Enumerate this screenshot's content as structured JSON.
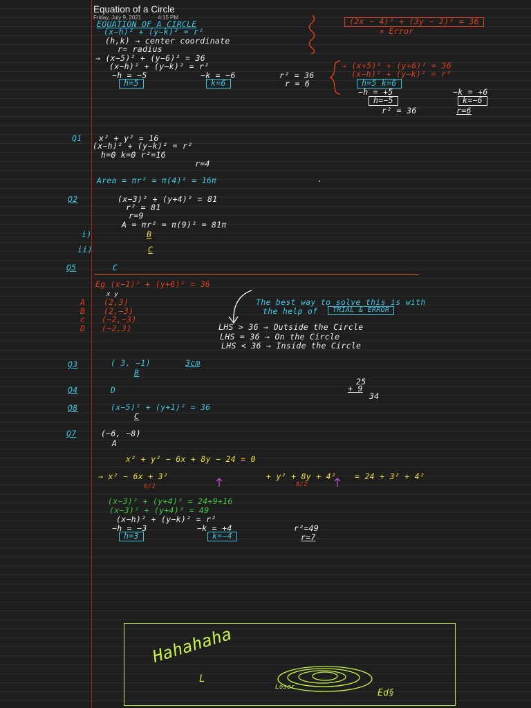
{
  "page": {
    "title": "Equation of a Circle",
    "date": "Friday, July 9, 2021",
    "time": "4:15 PM"
  },
  "colors": {
    "background": "#1e1e1e",
    "rule_line": "#2c2c2c",
    "margin_line": "#b01818",
    "ink_blue": "#3ec8e6",
    "ink_white": "#f2f2f2",
    "ink_red": "#e0401c",
    "ink_yellow": "#f0e03a",
    "ink_magenta": "#c84ad8",
    "ink_green": "#3ec83e",
    "ink_lime": "#c9f24a",
    "separator": "#d96a1a"
  },
  "notes": {
    "lines": [
      {
        "id": "heading",
        "text": "EQUATION OF A CIRCLE",
        "color": "#3ec8e6",
        "underline": true
      },
      {
        "id": "formula",
        "text": "(x−h)² + (y−k)² = r²",
        "color": "#3ec8e6"
      },
      {
        "id": "center-note",
        "text": "(h,k) → center coordinate",
        "color": "#f2f2f2"
      },
      {
        "id": "radius-note",
        "text": "r= radius",
        "color": "#f2f2f2"
      },
      {
        "id": "ex1-eq",
        "text": "→ (x−5)² + (y−6)² = 36",
        "color": "#f2f2f2"
      },
      {
        "id": "ex1-general",
        "text": "(x−h)² + (y−k)² = r²",
        "color": "#f2f2f2"
      },
      {
        "id": "ex1-h-step",
        "text": "−h = −5",
        "color": "#f2f2f2"
      },
      {
        "id": "ex1-h-box",
        "text": "h=5",
        "color": "#3ec8e6",
        "boxed": true
      },
      {
        "id": "ex1-k-step",
        "text": "−k = −6",
        "color": "#f2f2f2"
      },
      {
        "id": "ex1-k-box",
        "text": "k=6",
        "color": "#3ec8e6",
        "boxed": true
      },
      {
        "id": "ex1-r2",
        "text": "r² = 36",
        "color": "#f2f2f2"
      },
      {
        "id": "ex1-r",
        "text": "r = 6",
        "color": "#f2f2f2"
      },
      {
        "id": "err-eq",
        "text": "(2x − 4)² + (3y − 2)² = 36",
        "color": "#e0401c",
        "boxed": true
      },
      {
        "id": "err-label",
        "text": "✕ Error",
        "color": "#e0401c"
      },
      {
        "id": "ex2-eq",
        "text": "→ (x+5)² + (y+6)² = 36",
        "color": "#e0401c"
      },
      {
        "id": "ex2-general",
        "text": "(x−h)² + (y−k)² = r²",
        "color": "#e0401c"
      },
      {
        "id": "ex2-hk-box",
        "text": "h=5   k=6",
        "color": "#3ec8e6",
        "boxed": true
      },
      {
        "id": "ex2-h-step",
        "text": "−h = +5",
        "color": "#f2f2f2"
      },
      {
        "id": "ex2-k-step",
        "text": "−k = +6",
        "color": "#f2f2f2"
      },
      {
        "id": "ex2-h-box",
        "text": "h=−5",
        "color": "#f2f2f2",
        "boxed": true
      },
      {
        "id": "ex2-k-box",
        "text": "k=−6",
        "color": "#f2f2f2",
        "boxed": true
      },
      {
        "id": "ex2-r2",
        "text": "r² = 36",
        "color": "#f2f2f2"
      },
      {
        "id": "ex2-r",
        "text": "r=6",
        "color": "#f2f2f2"
      },
      {
        "id": "q1-label",
        "text": "Q1",
        "color": "#3ec8e6"
      },
      {
        "id": "q1-eq",
        "text": "x² + y² = 16",
        "color": "#f2f2f2"
      },
      {
        "id": "q1-general",
        "text": "(x−h)² + (y−k)² = r²",
        "color": "#f2f2f2"
      },
      {
        "id": "q1-values",
        "text": "h=0    k=0    r²=16",
        "color": "#f2f2f2"
      },
      {
        "id": "q1-r",
        "text": "r=4",
        "color": "#f2f2f2"
      },
      {
        "id": "q1-area",
        "text": "Area =   πr² =   π(4)² =   16π",
        "color": "#3ec8e6"
      },
      {
        "id": "q2-label",
        "text": "Q2",
        "color": "#3ec8e6",
        "underline": true
      },
      {
        "id": "q2-eq",
        "text": "(x−3)² + (y+4)² = 81",
        "color": "#f2f2f2"
      },
      {
        "id": "q2-r2",
        "text": "r² = 81",
        "color": "#f2f2f2"
      },
      {
        "id": "q2-r",
        "text": "r=9",
        "color": "#f2f2f2"
      },
      {
        "id": "q2-area",
        "text": "A =  πr² =   π(9)²  =   81π",
        "color": "#f2f2f2"
      },
      {
        "id": "q2-i-label",
        "text": "i)",
        "color": "#3ec8e6"
      },
      {
        "id": "q2-i-ans",
        "text": "B",
        "color": "#f0e03a",
        "underline": true
      },
      {
        "id": "q2-ii-label",
        "text": "ii)",
        "color": "#3ec8e6"
      },
      {
        "id": "q2-ii-ans",
        "text": "C",
        "color": "#f0e03a",
        "underline": true
      },
      {
        "id": "q5-label",
        "text": "Q5",
        "color": "#3ec8e6",
        "underline": true
      },
      {
        "id": "q5-ans",
        "text": "C",
        "color": "#3ec8e6"
      },
      {
        "id": "eg-eq",
        "text": "Eg  (x−1)² + (y+6)² = 36",
        "color": "#e0401c"
      },
      {
        "id": "eg-xy",
        "text": "x  y",
        "color": "#f2f2f2"
      },
      {
        "id": "opt-a-label",
        "text": "A",
        "color": "#e0401c"
      },
      {
        "id": "opt-a",
        "text": "(2,3)",
        "color": "#e0401c"
      },
      {
        "id": "opt-b-label",
        "text": "B",
        "color": "#e0401c"
      },
      {
        "id": "opt-b",
        "text": "(2,−3)",
        "color": "#e0401c"
      },
      {
        "id": "opt-c-label",
        "text": "c",
        "color": "#e0401c"
      },
      {
        "id": "opt-c",
        "text": "(−2,−3)",
        "color": "#e0401c"
      },
      {
        "id": "opt-d-label",
        "text": "D",
        "color": "#e0401c"
      },
      {
        "id": "opt-d",
        "text": "(−2,3)",
        "color": "#e0401c"
      },
      {
        "id": "tip-1",
        "text": "The best way to solve this is with",
        "color": "#3ec8e6"
      },
      {
        "id": "tip-2",
        "text": "the help of",
        "color": "#3ec8e6"
      },
      {
        "id": "tip-box",
        "text": "TRIAL & ERROR",
        "color": "#3ec8e6",
        "boxed": true
      },
      {
        "id": "rule-1",
        "text": "LHS > 36   →  Outside the Circle",
        "color": "#f2f2f2"
      },
      {
        "id": "rule-2",
        "text": "LHS = 36   →  On the Circle",
        "color": "#f2f2f2"
      },
      {
        "id": "rule-3",
        "text": "LHS < 36   →  Inside the Circle",
        "color": "#f2f2f2"
      },
      {
        "id": "q3-label",
        "text": "Q3",
        "color": "#3ec8e6",
        "underline": true
      },
      {
        "id": "q3-ans",
        "text": "( 3, −1)",
        "color": "#3ec8e6"
      },
      {
        "id": "q3-cm",
        "text": "3cm",
        "color": "#3ec8e6",
        "underline": true
      },
      {
        "id": "q3-b",
        "text": "B",
        "color": "#3ec8e6",
        "underline": true
      },
      {
        "id": "q4-label",
        "text": "Q4",
        "color": "#3ec8e6",
        "underline": true
      },
      {
        "id": "q4-ans",
        "text": "D",
        "color": "#3ec8e6"
      },
      {
        "id": "sum-1",
        "text": "25",
        "color": "#f2f2f2"
      },
      {
        "id": "sum-2",
        "text": "+ 9",
        "color": "#f2f2f2",
        "underline": true
      },
      {
        "id": "sum-3",
        "text": "34",
        "color": "#f2f2f2"
      },
      {
        "id": "q8-label",
        "text": "Q8",
        "color": "#3ec8e6",
        "underline": true
      },
      {
        "id": "q8-ans",
        "text": "(x−5)² + (y+1)² = 36",
        "color": "#3ec8e6"
      },
      {
        "id": "q8-c",
        "text": "C",
        "color": "#f2f2f2",
        "underline": true
      },
      {
        "id": "q7-label",
        "text": "Q7",
        "color": "#3ec8e6",
        "underline": true
      },
      {
        "id": "q7-ans",
        "text": "(−6, −8)",
        "color": "#f2f2f2"
      },
      {
        "id": "q7-a",
        "text": "A",
        "color": "#f2f2f2"
      },
      {
        "id": "q7-eq",
        "text": "x² + y² − 6x + 8y − 24 = 0",
        "color": "#f0e03a"
      },
      {
        "id": "q7-step-x",
        "text": "→ x² − 6x + 3²",
        "color": "#f0e03a"
      },
      {
        "id": "q7-step-y",
        "text": "+ y² + 8y + 4²",
        "color": "#f0e03a"
      },
      {
        "id": "q7-step-rhs",
        "text": "= 24 + 3² + 4²",
        "color": "#f0e03a"
      },
      {
        "id": "q7-half-x",
        "text": "6/2",
        "color": "#e0401c"
      },
      {
        "id": "q7-half-y",
        "text": "8/2",
        "color": "#e0401c"
      },
      {
        "id": "q7-sq1",
        "text": "(x−3)² + (y+4)² = 24+9+16",
        "color": "#3ec83e"
      },
      {
        "id": "q7-sq2",
        "text": "(x−3)² + (y+4)² = 49",
        "color": "#3ec83e"
      },
      {
        "id": "q7-general",
        "text": "(x−h)² + (y−k)² = r²",
        "color": "#f2f2f2"
      },
      {
        "id": "q7-h-step",
        "text": "−h = −3",
        "color": "#f2f2f2"
      },
      {
        "id": "q7-h-box",
        "text": "h=3",
        "color": "#3ec8e6",
        "boxed": true
      },
      {
        "id": "q7-k-step",
        "text": "−k = +4",
        "color": "#f2f2f2"
      },
      {
        "id": "q7-k-box",
        "text": "k=−4",
        "color": "#3ec8e6",
        "boxed": true
      },
      {
        "id": "q7-r2",
        "text": "r²=49",
        "color": "#f2f2f2"
      },
      {
        "id": "q7-r",
        "text": "r=7",
        "color": "#f2f2f2"
      },
      {
        "id": "doodle-text",
        "text": "Hahahaha",
        "color": "#c9f24a"
      },
      {
        "id": "doodle-l",
        "text": "L",
        "color": "#c9f24a"
      },
      {
        "id": "doodle-loser",
        "text": "Loser",
        "color": "#c9f24a"
      },
      {
        "id": "doodle-sig",
        "text": "Ed§",
        "color": "#c9f24a"
      }
    ]
  }
}
